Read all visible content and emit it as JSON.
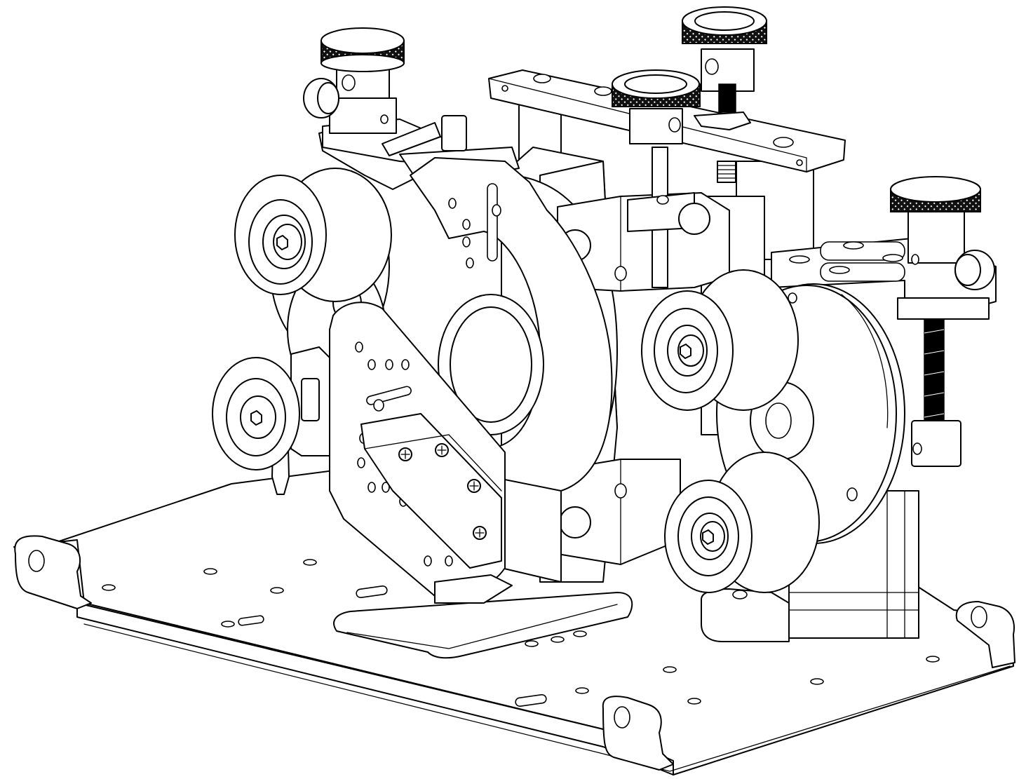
{
  "drawing": {
    "style": "black line-art technical drawing on white background",
    "colors": {
      "line": "#000000",
      "background": "#ffffff",
      "knurl": "#111111"
    },
    "parts": [
      {
        "id": "base-plate",
        "icon": "base-plate-icon"
      },
      {
        "id": "mounting-tab",
        "icon": "mounting-tab-icon",
        "count": 3
      },
      {
        "id": "knurled-knob",
        "icon": "knurled-knob-icon",
        "count": 4
      },
      {
        "id": "idler-wheel",
        "icon": "wheel-icon",
        "count": 5
      },
      {
        "id": "front-bracket",
        "icon": "bracket-icon"
      },
      {
        "id": "center-block",
        "icon": "block-icon"
      },
      {
        "id": "gear-housing",
        "icon": "gear-icon"
      },
      {
        "id": "top-bar",
        "icon": "bar-icon"
      },
      {
        "id": "lead-screw",
        "icon": "screw-icon"
      },
      {
        "id": "stepper-motor",
        "icon": "motor-icon"
      },
      {
        "id": "nozzle",
        "icon": "nozzle-icon"
      }
    ]
  }
}
